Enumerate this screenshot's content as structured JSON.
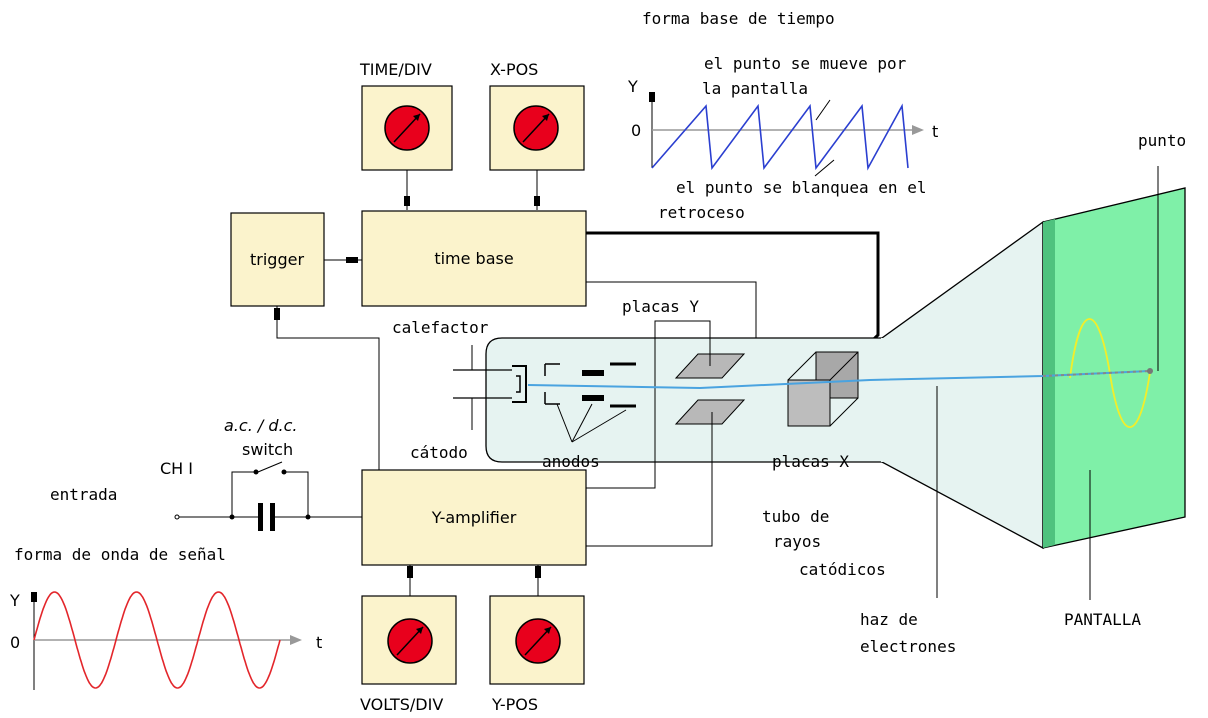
{
  "titles": {
    "time_base_form": "forma base de tiempo",
    "signal_form": "forma de onda de señal"
  },
  "timebase_graph": {
    "y_label": "Y",
    "zero_label": "0",
    "t_label": "t",
    "annotation_move": [
      "el punto se mueve por",
      "la pantalla"
    ],
    "annotation_blank": [
      "el punto se blanquea en el",
      "retroceso"
    ]
  },
  "signal_graph": {
    "y_label": "Y",
    "zero_label": "0",
    "t_label": "t"
  },
  "blocks": {
    "trigger": "trigger",
    "time_base": "time base",
    "y_amplifier": "Y-amplifier"
  },
  "knobs": {
    "time_div": "TIME/DIV",
    "x_pos": "X-POS",
    "volts_div": "VOLTS/DIV",
    "y_pos": "Y-POS"
  },
  "input": {
    "channel": "CH I",
    "entrada": "entrada",
    "switch_label": [
      "a.c. / d.c.",
      "switch"
    ]
  },
  "tube": {
    "calefactor": "calefactor",
    "catodo": "cátodo",
    "anodos": "anodos",
    "placas_y": "placas Y",
    "placas_x": "placas X",
    "tubo": [
      "tubo de",
      "rayos",
      "catódicos"
    ],
    "haz": [
      "haz de",
      "electrones"
    ],
    "pantalla": "PANTALLA",
    "punto": "punto"
  },
  "colors": {
    "block_fill": "#fbf3cc",
    "knob_red": "#e8001c",
    "screen_green": "#7ff0a8",
    "tube_fill": "#e6f3f1",
    "beam_blue": "#4aa3e0",
    "signal_red": "#e3262b",
    "timebase_blue": "#2b3fd0",
    "trace_yellow": "#f2ee2a"
  }
}
